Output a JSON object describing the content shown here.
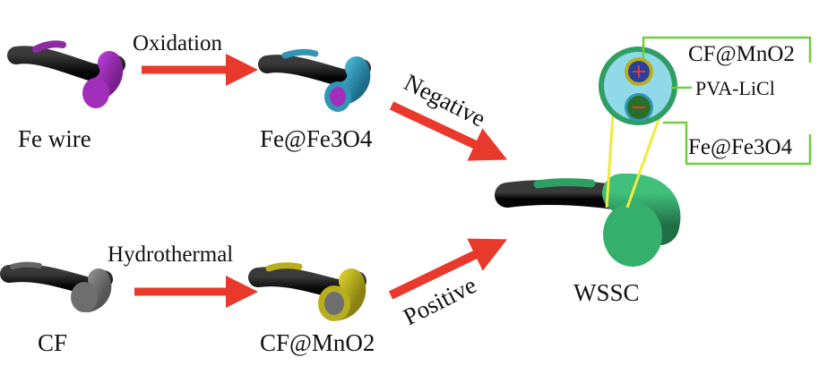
{
  "labels": {
    "fe_wire": "Fe wire",
    "fe_fe3o4": "Fe@Fe3O4",
    "cf": "CF",
    "cf_mno2": "CF@MnO2",
    "wssc": "WSSC"
  },
  "processes": {
    "oxidation": "Oxidation",
    "hydrothermal": "Hydrothermal"
  },
  "electrodes": {
    "negative": "Negative",
    "positive": "Positive"
  },
  "callouts": {
    "cf_mno2": "CF@MnO2",
    "electrolyte": "PVA-LiCl",
    "fe_fe3o4": "Fe@Fe3O4"
  },
  "colors": {
    "arrow": "#e8392c",
    "fe_wire": "#8e2aa0",
    "fe_fe3o4_shell": "#2f97b5",
    "cf_core": "#707070",
    "mno2_shell": "#b8ad1e",
    "wssc_body": "#2f9e63",
    "callout_lines": "#6fcf3a",
    "zoom_lines": "#f2ea3b"
  }
}
